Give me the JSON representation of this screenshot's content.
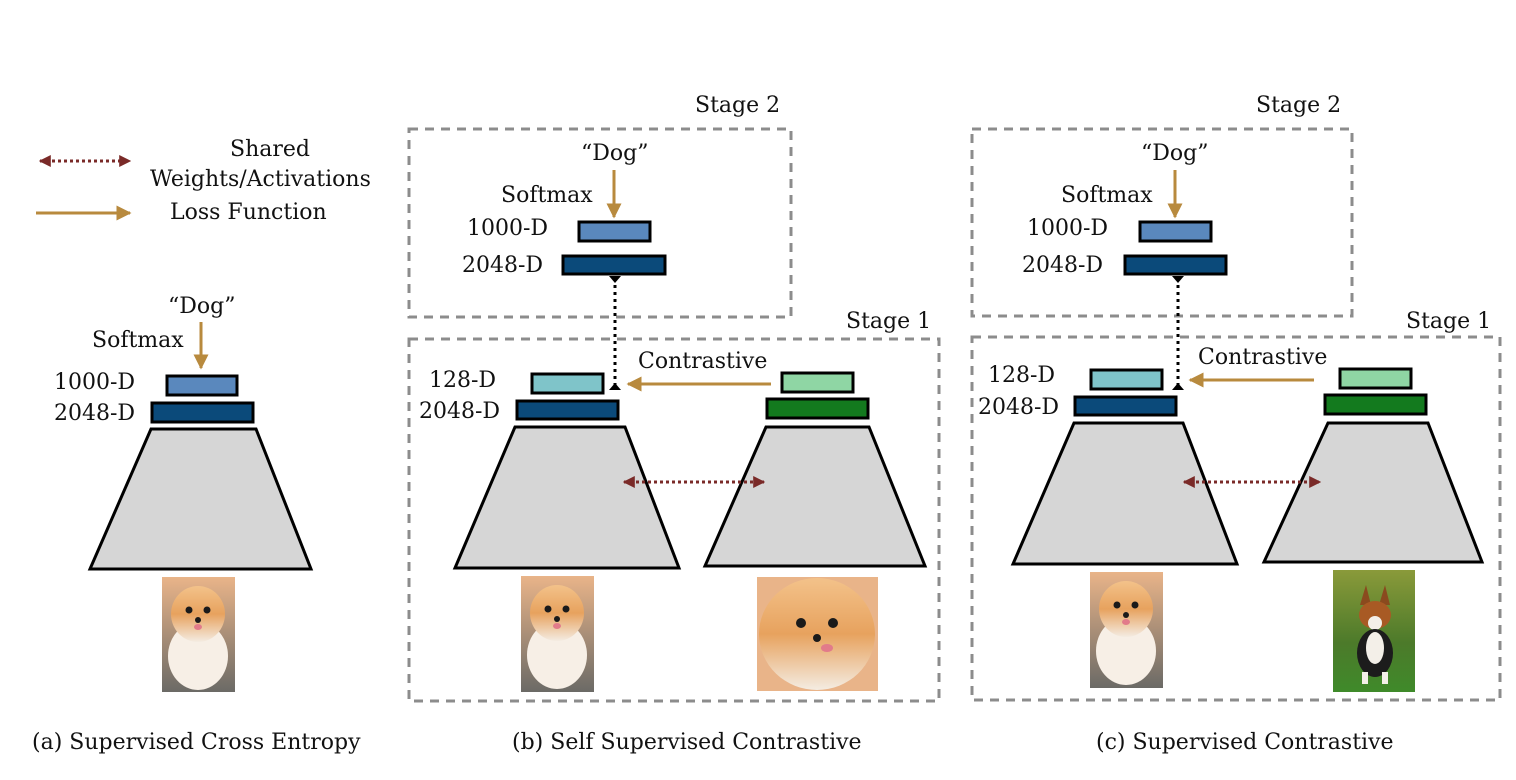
{
  "legend": {
    "shared_label_1": "Shared",
    "shared_label_2": "Weights/Activations",
    "loss_label": "Loss Function"
  },
  "labels": {
    "dog": "“Dog”",
    "softmax": "Softmax",
    "d1000": "1000-D",
    "d2048": "2048-D",
    "d128": "128-D",
    "contrastive": "Contrastive",
    "stage1": "Stage 1",
    "stage2": "Stage 2"
  },
  "captions": {
    "a": "(a) Supervised Cross Entropy",
    "b": "(b) Self Supervised Contrastive",
    "c": "(c) Supervised Contrastive"
  },
  "images": {
    "pomeranian": "pomeranian-photo",
    "pomeranian_face": "pomeranian-face-photo",
    "corgi": "corgi-photo"
  },
  "colors": {
    "arrow_gold": "#b88a3e",
    "shared_red": "#7a2a28",
    "box_gray": "#8c8c8c",
    "bar_1000": "#5a88bd",
    "bar_2048": "#0b4a7a",
    "bar_128": "#7fc4c9",
    "bar_proj_green_light": "#8fd6a4",
    "bar_proj_green_dark": "#137a1e",
    "encoder_gray": "#d6d6d6"
  }
}
